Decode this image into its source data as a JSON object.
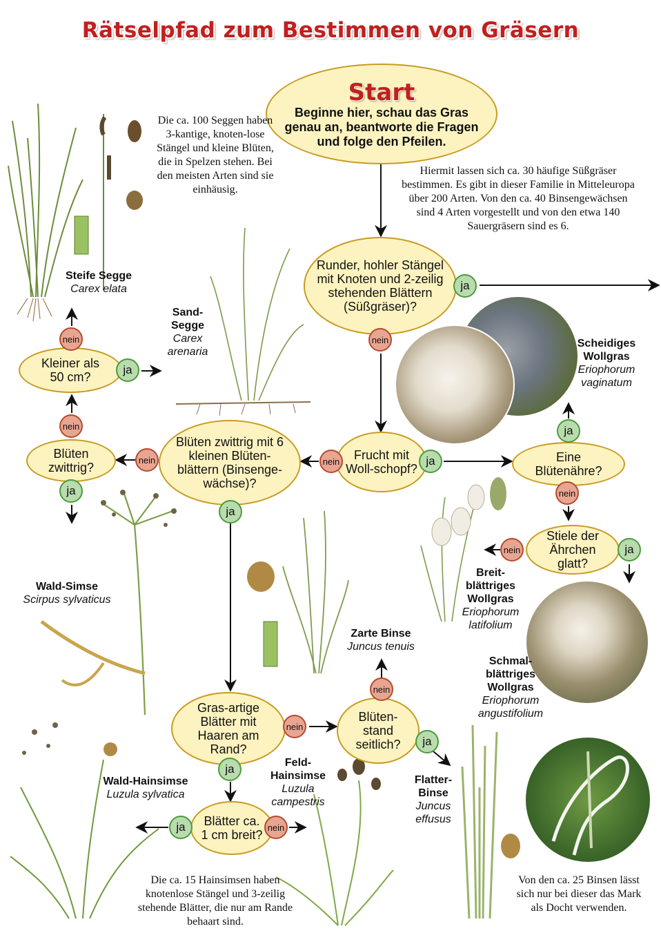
{
  "title": "Rätselpfad zum Bestimmen von Gräsern",
  "start": {
    "label": "Start",
    "text": "Beginne hier, schau das Gras genau an, beantworte die Fragen und folge den Pfeilen."
  },
  "notes": {
    "intro": "Hiermit lassen sich ca. 30 häufige Süßgräser bestimmen. Es gibt in dieser Familie in Mitteleuropa über 200 Arten. Von den ca. 40 Binsengewächsen sind 4 Arten vorgestellt und von den etwa 140 Sauergräsern sind es 6.",
    "seggen": "Die ca. 100 Seggen haben 3-kantige, knoten-lose Stängel und kleine Blüten, die in Spelzen stehen. Bei den meisten Arten sind sie einhäusig.",
    "hainsimsen": "Die ca. 15 Hainsimsen haben knotenlose Stängel und 3-zeilig stehende Blätter, die nur am Rande behaart sind.",
    "binsen": "Von den ca. 25 Binsen lässt sich nur bei dieser das Mark als Docht verwenden."
  },
  "questions": {
    "q_suessgraeser": "Runder, hohler Stängel mit Knoten und 2-zeilig stehenden Blättern (Süßgräser)?",
    "q_wollschopf": "Frucht mit Woll-schopf?",
    "q_binsen": "Blüten zwittrig mit 6 kleinen Blüten-blättern (Binsenge-wächse)?",
    "q_zwittrig": "Blüten zwittrig?",
    "q_50cm": "Kleiner als 50 cm?",
    "q_bluetenaehre": "Eine Blütenähre?",
    "q_stiele": "Stiele der Ährchen glatt?",
    "q_haare": "Gras-artige Blätter mit Haaren am Rand?",
    "q_seitlich": "Blüten-stand seitlich?",
    "q_breit": "Blätter ca. 1 cm breit?"
  },
  "answers": {
    "yes": "ja",
    "no": "nein"
  },
  "species": {
    "steife_segge": {
      "name": "Steife Segge",
      "latin": "Carex elata"
    },
    "sand_segge": {
      "name": "Sand-Segge",
      "latin": "Carex arenaria"
    },
    "scheidiges_wollgras": {
      "name": "Scheidiges Wollgras",
      "latin": "Eriophorum vaginatum"
    },
    "wald_simse": {
      "name": "Wald-Simse",
      "latin": "Scirpus sylvaticus"
    },
    "breitblaettriges_wollgras": {
      "name": "Breit-blättriges Wollgras",
      "latin": "Eriophorum latifolium"
    },
    "schmalblaettriges_wollgras": {
      "name": "Schmal-blättriges Wollgras",
      "latin": "Eriophorum angustifolium"
    },
    "zarte_binse": {
      "name": "Zarte Binse",
      "latin": "Juncus tenuis"
    },
    "wald_hainsimse": {
      "name": "Wald-Hainsimse",
      "latin": "Luzula sylvatica"
    },
    "feld_hainsimse": {
      "name": "Feld-Hainsimse",
      "latin": "Luzula campestris"
    },
    "flatter_binse": {
      "name": "Flatter-Binse",
      "latin": "Juncus effusus"
    }
  },
  "colors": {
    "title": "#c1201f",
    "node_fill": "#fdf3c0",
    "node_border": "#c89b22",
    "yes_fill": "#b9dcae",
    "no_fill": "#e8a591"
  }
}
